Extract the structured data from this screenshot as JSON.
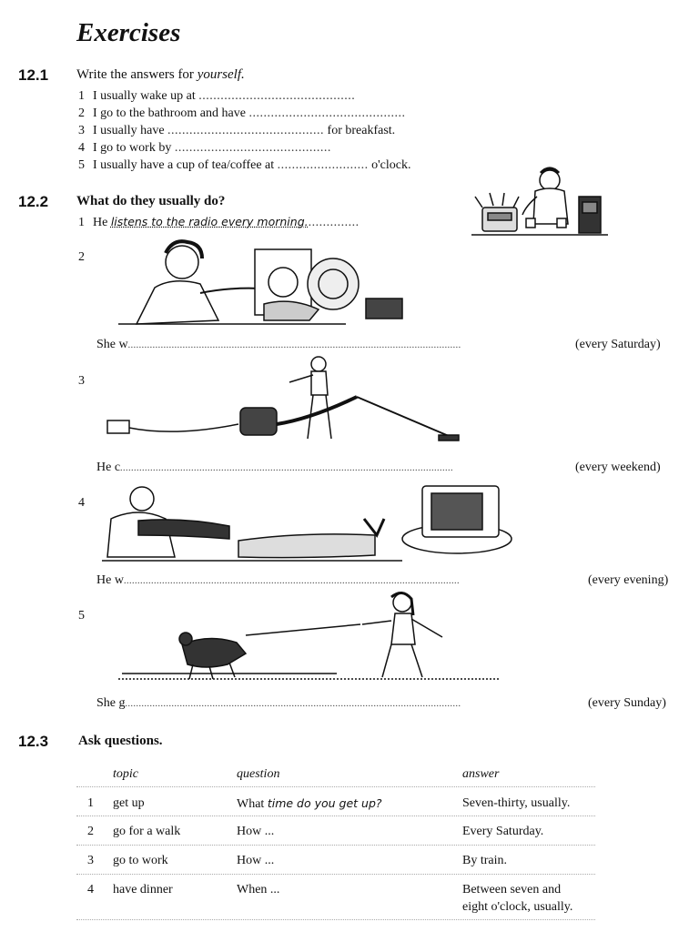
{
  "title": "Exercises",
  "ex1": {
    "number": "12.1",
    "instruction_prefix": "Write the answers for ",
    "instruction_em": "yourself.",
    "items": [
      {
        "n": "1",
        "before": "I usually wake up at ",
        "dots": "...........................................",
        "after": ""
      },
      {
        "n": "2",
        "before": "I go to the bathroom and have ",
        "dots": "...........................................",
        "after": ""
      },
      {
        "n": "3",
        "before": "I usually have ",
        "dots": "...........................................",
        "after": " for breakfast."
      },
      {
        "n": "4",
        "before": "I go to work by ",
        "dots": "...........................................",
        "after": ""
      },
      {
        "n": "5",
        "before": "I usually have a cup of tea/coffee at ",
        "dots": ".........................",
        "after": " o'clock."
      }
    ]
  },
  "ex2": {
    "number": "12.2",
    "instruction": "What do they usually do?",
    "example": {
      "n": "1",
      "prefix": "He ",
      "answer": "listens to the radio every morning.",
      "dots": ".............."
    },
    "items": [
      {
        "n": "2",
        "prefix": "She w",
        "dots": "..........................................................................................................................",
        "hint": "(every Saturday)"
      },
      {
        "n": "3",
        "prefix": "He c",
        "dots": "..........................................................................................................................",
        "hint": "(every weekend)"
      },
      {
        "n": "4",
        "prefix": "He w",
        "dots": "...........................................................................................................................",
        "hint": "(every evening)"
      },
      {
        "n": "5",
        "prefix": "She g",
        "dots": "...........................................................................................................................",
        "hint": "(every Sunday)"
      }
    ]
  },
  "ex3": {
    "number": "12.3",
    "instruction": "Ask questions.",
    "headers": {
      "topic": "topic",
      "question": "question",
      "answer": "answer"
    },
    "rows": [
      {
        "n": "1",
        "topic": "get up",
        "q_print": "What ",
        "q_hand": "time do you get up?",
        "answer": "Seven-thirty, usually.",
        "answer2": ""
      },
      {
        "n": "2",
        "topic": "go for a walk",
        "q_print": "How ...",
        "q_hand": "",
        "answer": "Every Saturday.",
        "answer2": ""
      },
      {
        "n": "3",
        "topic": "go to work",
        "q_print": "How ...",
        "q_hand": "",
        "answer": "By train.",
        "answer2": ""
      },
      {
        "n": "4",
        "topic": "have dinner",
        "q_print": "When ...",
        "q_hand": "",
        "answer": "Between seven and",
        "answer2": "eight o'clock, usually."
      }
    ]
  }
}
